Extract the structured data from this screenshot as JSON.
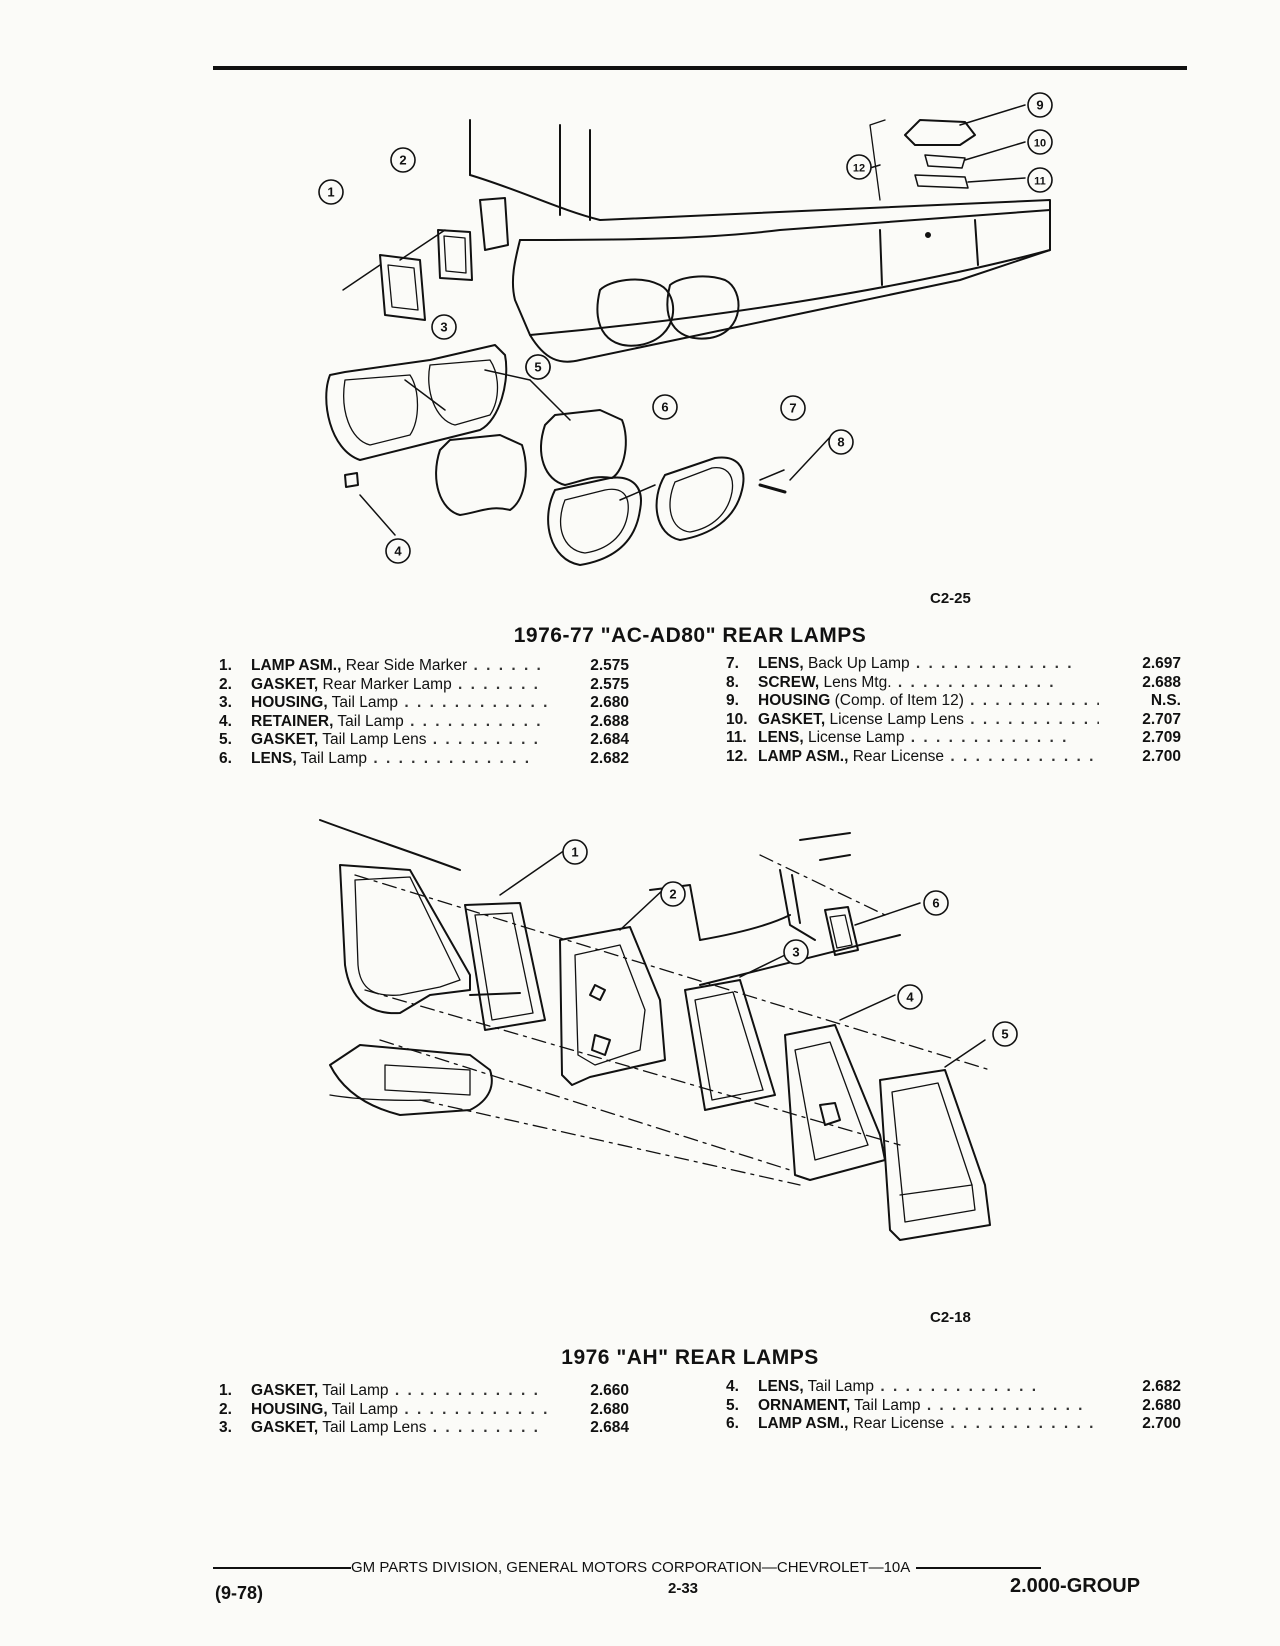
{
  "fig1": {
    "code": "C2-25",
    "callouts": [
      "1",
      "2",
      "3",
      "4",
      "5",
      "5",
      "6",
      "7",
      "8",
      "9",
      "10",
      "11",
      "12"
    ]
  },
  "section1": {
    "title": "1976-77 \"AC-AD80\" REAR LAMPS",
    "left": [
      {
        "num": "1.",
        "name": "LAMP ASM.,",
        "desc": " Rear Side Marker",
        "value": "2.575"
      },
      {
        "num": "2.",
        "name": "GASKET,",
        "desc": " Rear Marker Lamp",
        "value": "2.575"
      },
      {
        "num": "3.",
        "name": "HOUSING,",
        "desc": " Tail Lamp",
        "value": "2.680"
      },
      {
        "num": "4.",
        "name": "RETAINER,",
        "desc": " Tail Lamp",
        "value": "2.688"
      },
      {
        "num": "5.",
        "name": "GASKET,",
        "desc": " Tail Lamp Lens",
        "value": "2.684"
      },
      {
        "num": "6.",
        "name": "LENS,",
        "desc": " Tail Lamp",
        "value": "2.682"
      }
    ],
    "right": [
      {
        "num": "7.",
        "name": "LENS,",
        "desc": " Back Up Lamp",
        "value": "2.697"
      },
      {
        "num": "8.",
        "name": "SCREW,",
        "desc": " Lens Mtg.",
        "value": "2.688"
      },
      {
        "num": "9.",
        "name": "HOUSING",
        "desc": " (Comp. of Item 12)",
        "value": "N.S."
      },
      {
        "num": "10.",
        "name": "GASKET,",
        "desc": " License Lamp Lens",
        "value": "2.707"
      },
      {
        "num": "11.",
        "name": "LENS,",
        "desc": " License Lamp",
        "value": "2.709"
      },
      {
        "num": "12.",
        "name": "LAMP ASM.,",
        "desc": " Rear License",
        "value": "2.700"
      }
    ]
  },
  "fig2": {
    "code": "C2-18",
    "callouts": [
      "1",
      "2",
      "3",
      "4",
      "5",
      "6"
    ]
  },
  "section2": {
    "title": "1976 \"AH\" REAR LAMPS",
    "left": [
      {
        "num": "1.",
        "name": "GASKET,",
        "desc": " Tail Lamp",
        "value": "2.660"
      },
      {
        "num": "2.",
        "name": "HOUSING,",
        "desc": " Tail Lamp",
        "value": "2.680"
      },
      {
        "num": "3.",
        "name": "GASKET,",
        "desc": " Tail Lamp Lens",
        "value": "2.684"
      }
    ],
    "right": [
      {
        "num": "4.",
        "name": "LENS,",
        "desc": " Tail Lamp",
        "value": "2.682"
      },
      {
        "num": "5.",
        "name": "ORNAMENT,",
        "desc": " Tail Lamp",
        "value": "2.680"
      },
      {
        "num": "6.",
        "name": "LAMP ASM.,",
        "desc": " Rear License",
        "value": "2.700"
      }
    ]
  },
  "footer": {
    "publisher": "GM PARTS DIVISION, GENERAL MOTORS CORPORATION—CHEVROLET—10A",
    "date": "(9-78)",
    "page": "2-33",
    "group": "2.000-GROUP"
  }
}
